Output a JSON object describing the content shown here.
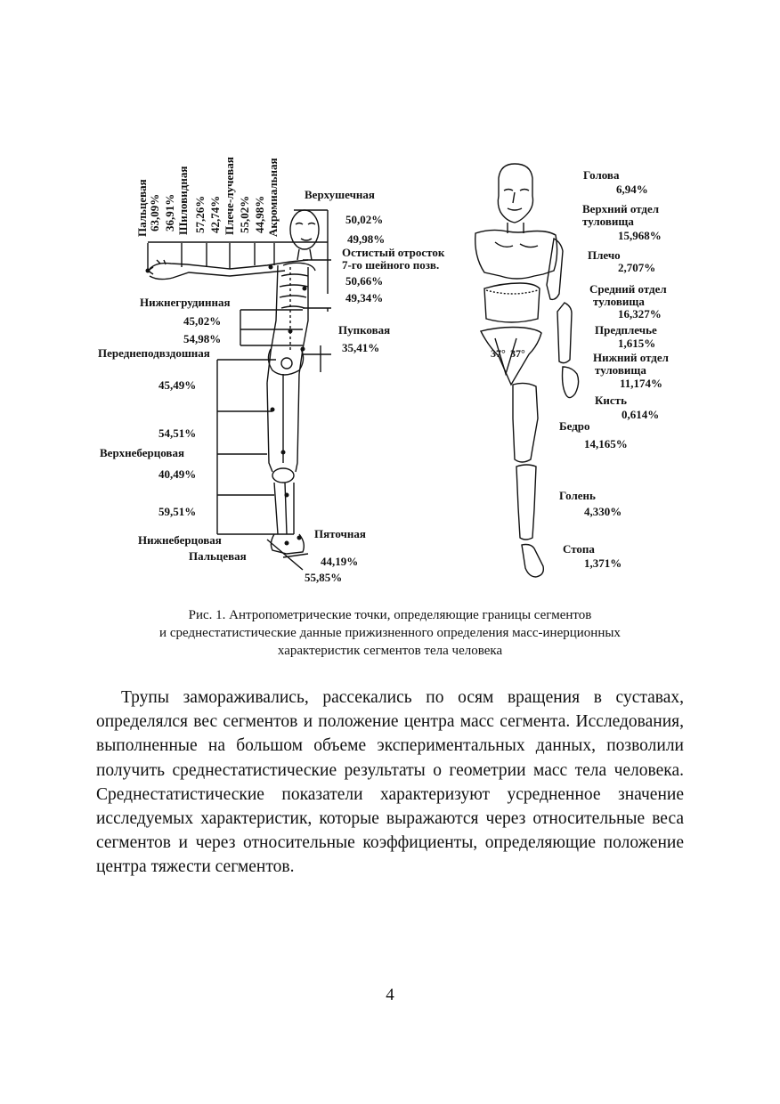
{
  "figure": {
    "left_labels": {
      "vertical": [
        "Пальцевая",
        "Шиловидная",
        "Плече-лучевая",
        "Акромиальная"
      ],
      "vertical_pct": [
        "63,09%",
        "36,91%",
        "57,26%",
        "42,74%",
        "55,02%",
        "44,98%"
      ],
      "upper": [
        "Верхушечная",
        "50,02%",
        "49,98%",
        "Остистый отросток",
        "7-го шейного позв.",
        "50,66%",
        "49,34%"
      ],
      "middle": [
        "Нижнегрудинная",
        "45,02%",
        "54,98%",
        "Пупковая",
        "35,41%",
        "Переднеподвздошная"
      ],
      "lower": [
        "45,49%",
        "54,51%",
        "Верхнеберцовая",
        "40,49%",
        "59,51%",
        "Нижнеберцовая",
        "Пяточная",
        "Пальцевая",
        "44,19%",
        "55,85%"
      ]
    },
    "right_labels": [
      {
        "name": "Голова",
        "value": "6,94%"
      },
      {
        "name": "Верхний отдел",
        "name2": "туловища",
        "value": "15,968%"
      },
      {
        "name": "Плечо",
        "value": "2,707%"
      },
      {
        "name": "Средний отдел",
        "name2": "туловища",
        "value": "16,327%"
      },
      {
        "name": "Предплечье",
        "value": "1,615%"
      },
      {
        "name": "Нижний отдел",
        "name2": "туловища",
        "value": "11,174%"
      },
      {
        "name": "Кисть",
        "value": "0,614%"
      },
      {
        "name": "Бедро",
        "value": "14,165%"
      },
      {
        "name": "Голень",
        "value": "4,330%"
      },
      {
        "name": "Стопа",
        "value": "1,371%"
      }
    ],
    "angles": [
      "37°",
      "37°"
    ]
  },
  "caption": {
    "line1": "Рис. 1. Антропометрические точки, определяющие границы сегментов",
    "line2": "и среднестатистические данные прижизненного определения масс-инерционных",
    "line3": "характеристик сегментов тела человека"
  },
  "body": {
    "paragraph": "Трупы замораживались, рассекались по осям вращения в суставах, определялся вес сегментов и положение центра масс сегмента. Исследования, выполненные на большом объеме экспериментальных данных, позволили получить среднестатистические результаты о геометрии масс тела человека. Среднестатистические показатели характеризуют усредненное значение исследуемых характеристик, которые выражаются через относительные веса сегментов и через относительные коэффициенты, определяющие положение центра тяжести сегментов."
  },
  "page_number": "4"
}
